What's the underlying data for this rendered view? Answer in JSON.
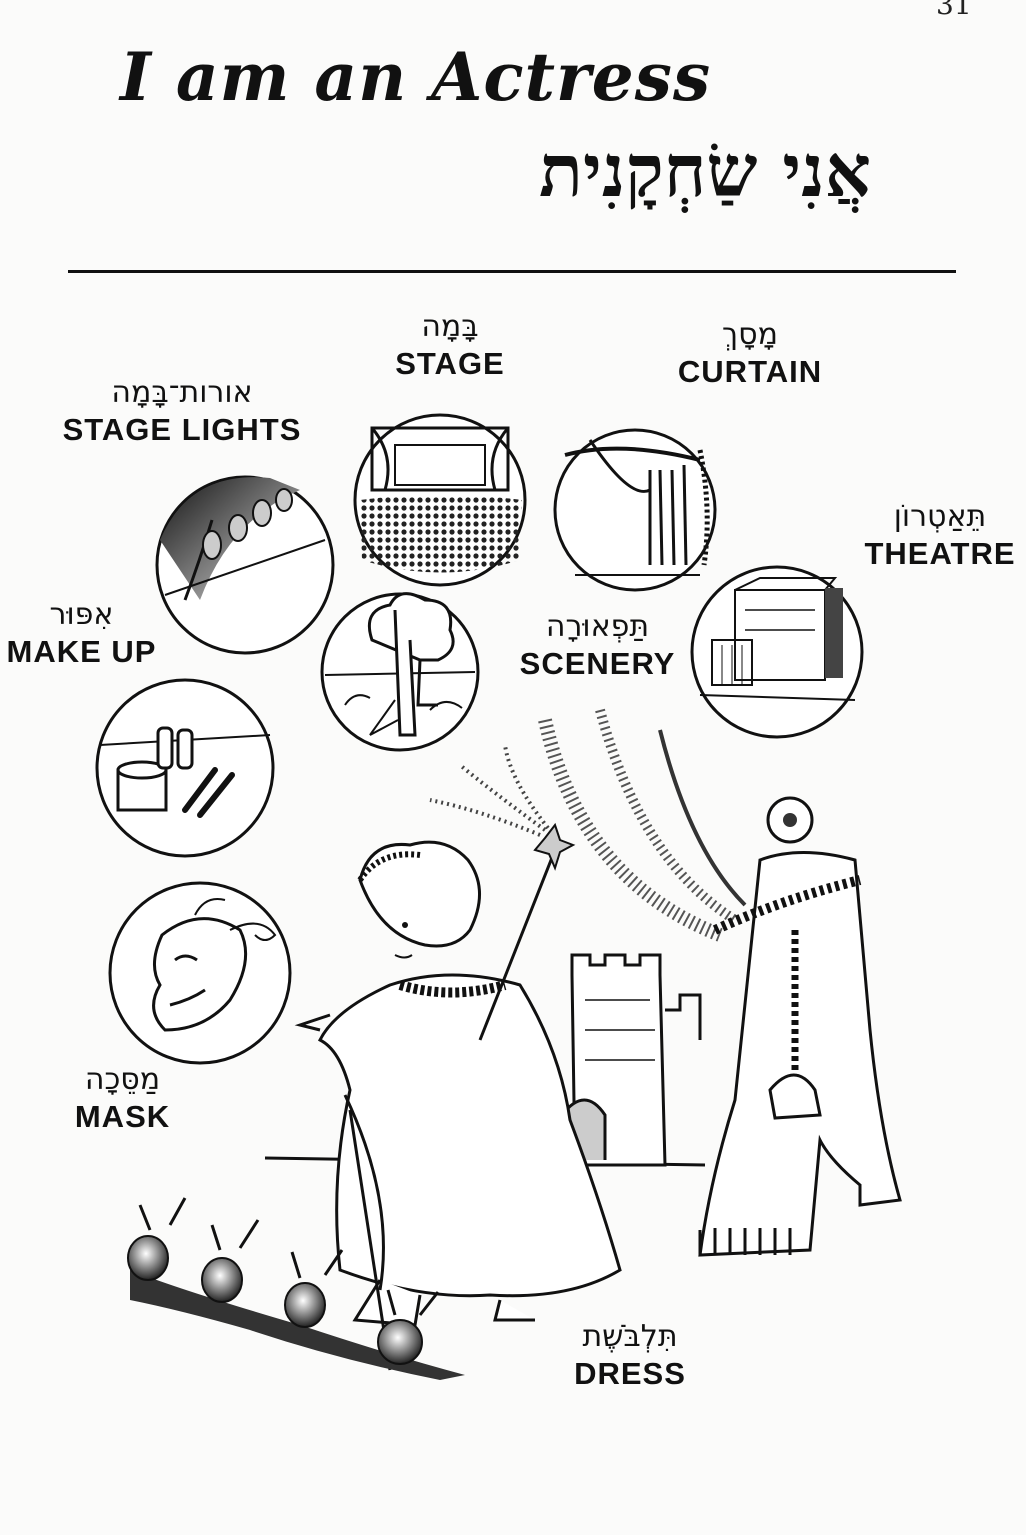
{
  "page_number": "31",
  "title_english": "I am an Actress",
  "title_hebrew": "אֲנִי שַׂחְקָנִית",
  "labels": {
    "stage": {
      "he": "בָּמָה",
      "en": "STAGE"
    },
    "curtain": {
      "he": "מָסָךְ",
      "en": "CURTAIN"
    },
    "stage_lights": {
      "he": "אורות־בָּמָה",
      "en": "STAGE LIGHTS"
    },
    "theatre": {
      "he": "תֵּאַטְרוֹן",
      "en": "THEATRE"
    },
    "make_up": {
      "he": "אִפּוּר",
      "en": "MAKE UP"
    },
    "scenery": {
      "he": "תַּפְאוּרָה",
      "en": "SCENERY"
    },
    "mask": {
      "he": "מַסֵּכָה",
      "en": "MASK"
    },
    "dress": {
      "he": "תִּלְבֹּשֶׁת",
      "en": "DRESS"
    }
  }
}
